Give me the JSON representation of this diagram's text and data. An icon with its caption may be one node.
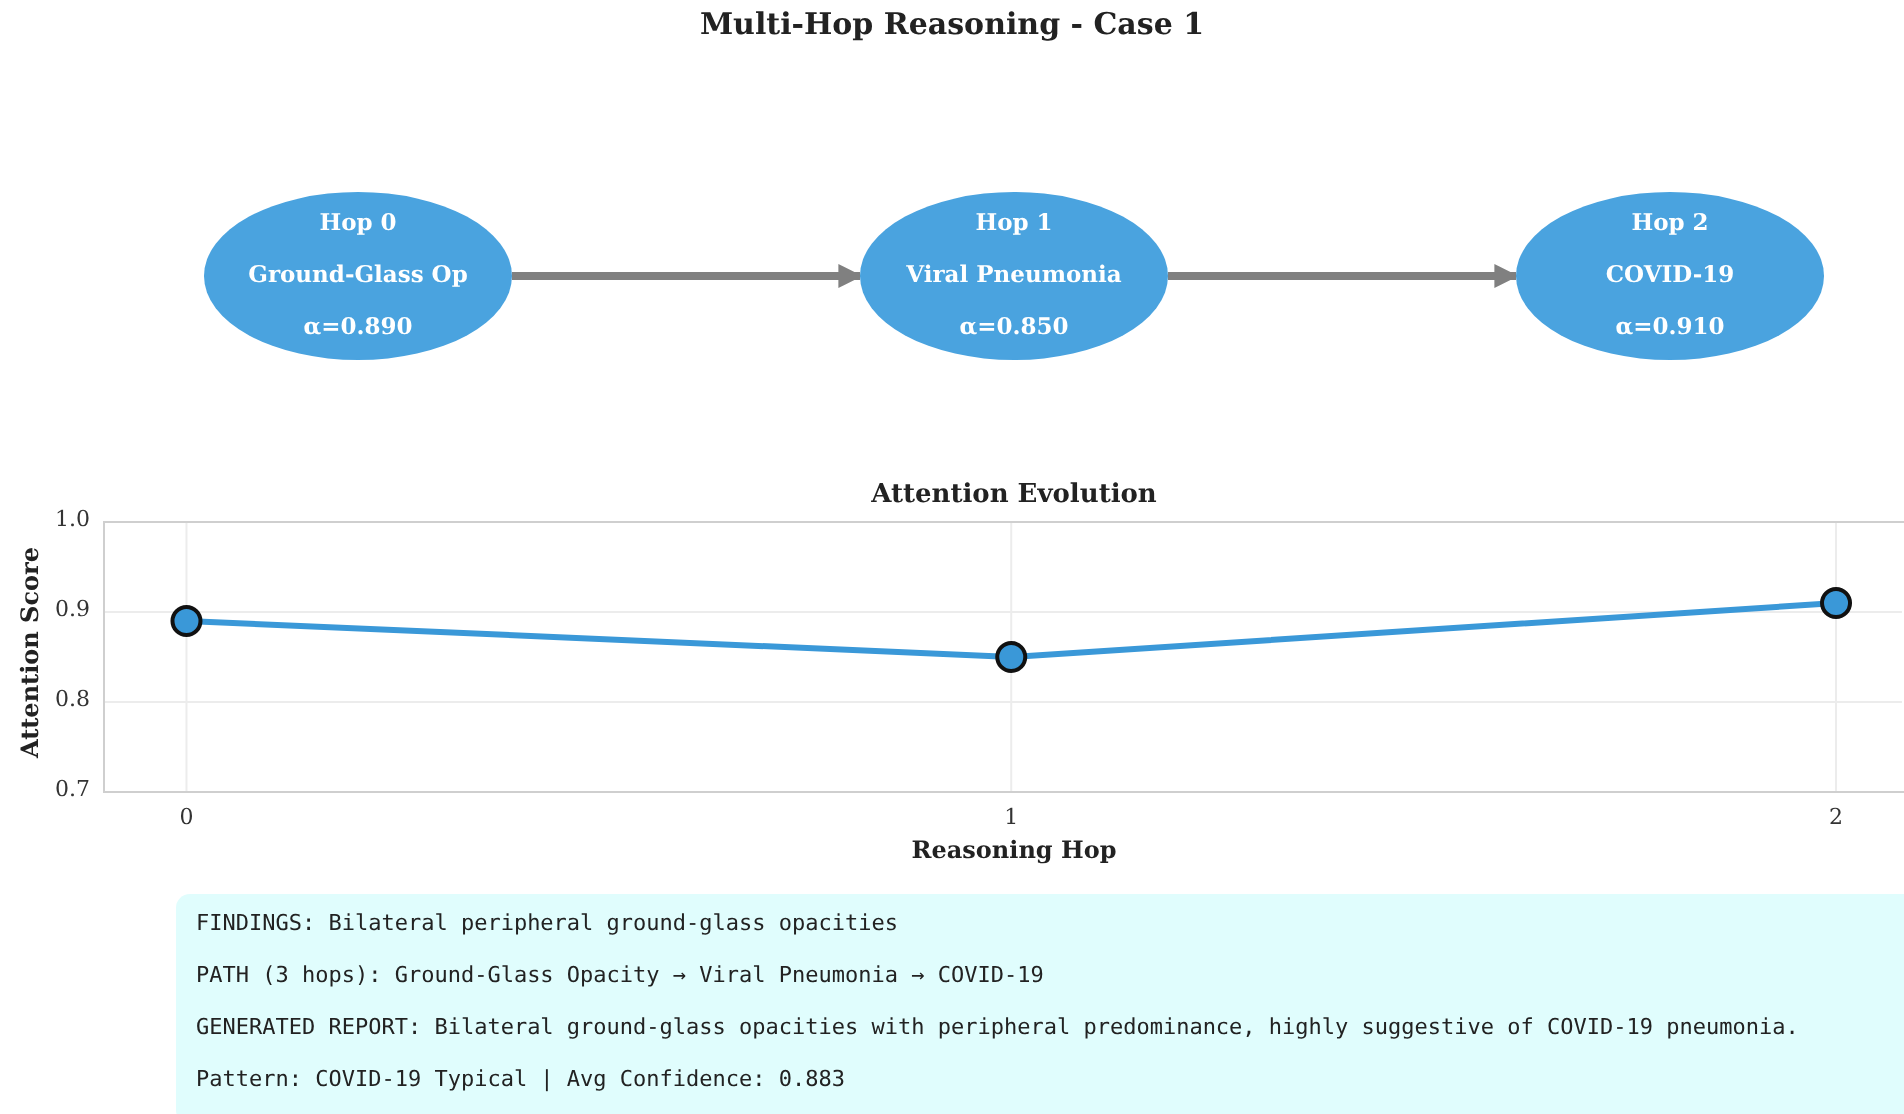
{
  "diagram": {
    "title": "Multi-Hop Reasoning - Case 1",
    "nodes": [
      {
        "text": [
          "Hop 0",
          "Ground-Glass Op",
          "α=0.890"
        ]
      },
      {
        "text": [
          "Hop 1",
          "Viral Pneumonia",
          "α=0.850"
        ]
      },
      {
        "text": [
          "Hop 2",
          "COVID-19",
          "α=0.910"
        ]
      },
      {
        "text": [
          "FINDINGS: Bilateral peripheral ground-glass opacities",
          "PATH (3 hops): Ground-Glass Opacity → Viral Pneumonia → COVID-19",
          "GENERATED REPORT: Bilateral ground-glass opacities with peripheral predominance, highly suggestive of COVID-19 pneumonia.",
          "Pattern: COVID-19 Typical | Avg Confidence: 0.883"
        ]
      }
    ],
    "edges": [
      {
        "from": 0,
        "to": 1,
        "arrow": "to"
      },
      {
        "from": 1,
        "to": 2,
        "arrow": "to"
      }
    ],
    "chart_data": {
      "type": "line",
      "title": "Attention Evolution",
      "xlabel": "Reasoning Hop",
      "ylabel": "Attention Score",
      "x": [
        0,
        1,
        2
      ],
      "series": [
        {
          "color": "#3a98d8",
          "marker": "o",
          "values": [
            0.89,
            0.85,
            0.91
          ]
        }
      ],
      "xlim": [
        -0.1,
        2.08
      ],
      "ylim": [
        0.7,
        1.0
      ],
      "grid": true,
      "yticks": [
        {
          "value": 0.7,
          "label": "0.7"
        },
        {
          "value": 0.8,
          "label": "0.8"
        },
        {
          "value": 0.9,
          "label": "0.9"
        },
        {
          "value": 1.0,
          "label": "1.0"
        }
      ],
      "xticks": [
        0,
        1,
        2
      ]
    }
  }
}
